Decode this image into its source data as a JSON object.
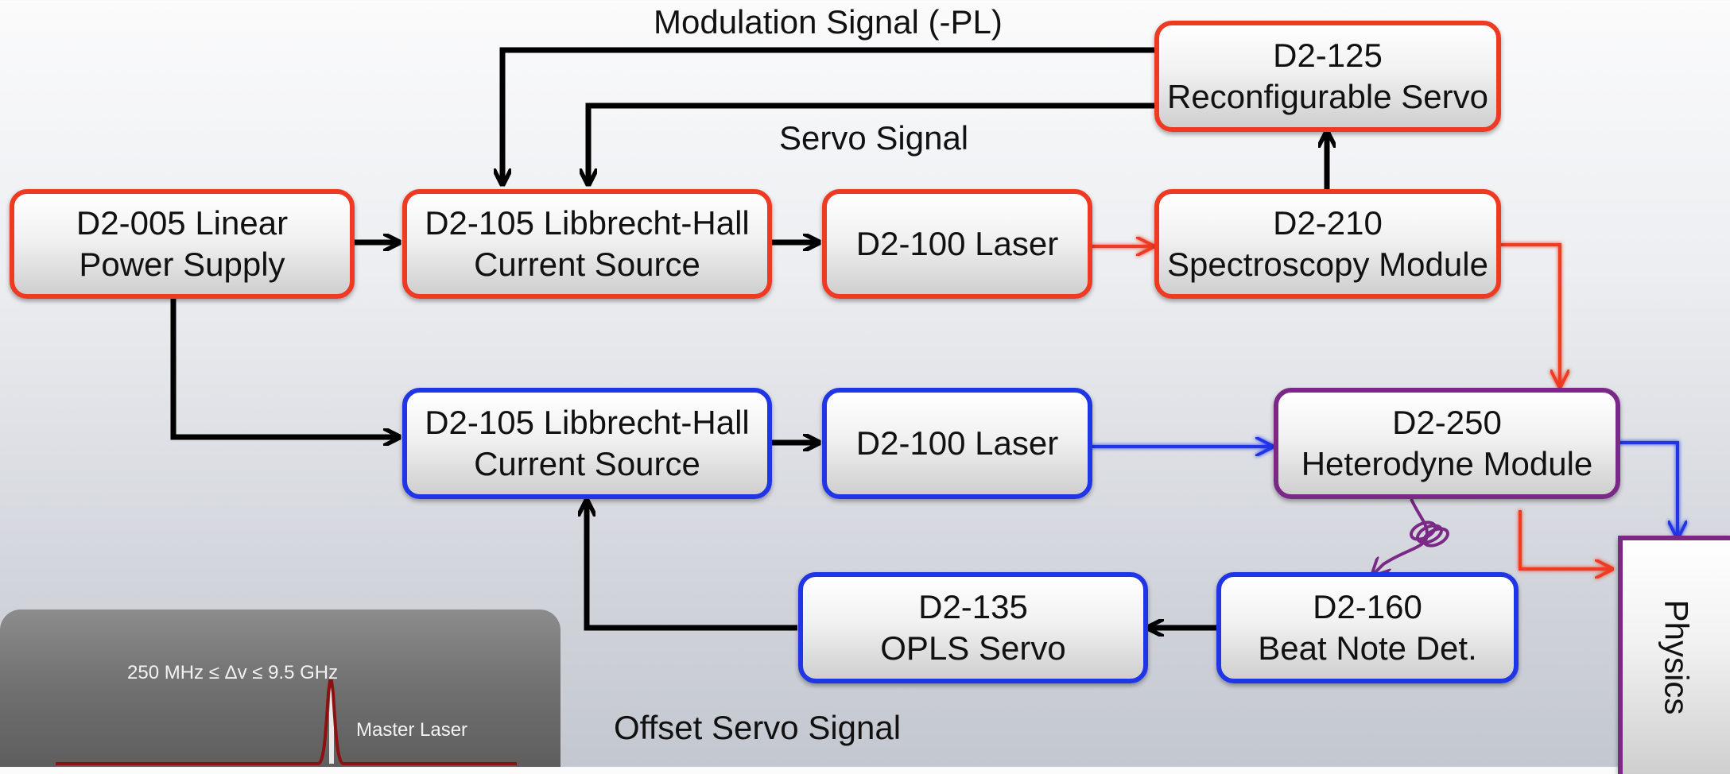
{
  "boxes": {
    "power_supply": {
      "line1": "D2-005 Linear",
      "line2": "Power Supply"
    },
    "current_source_top": {
      "line1": "D2-105 Libbrecht-Hall",
      "line2": "Current Source"
    },
    "laser_top": {
      "line1": "D2-100 Laser"
    },
    "spectroscopy": {
      "line1": "D2-210",
      "line2": "Spectroscopy Module"
    },
    "servo": {
      "line1": "D2-125",
      "line2": "Reconfigurable Servo"
    },
    "current_source_bottom": {
      "line1": "D2-105 Libbrecht-Hall",
      "line2": "Current Source"
    },
    "laser_bottom": {
      "line1": "D2-100 Laser"
    },
    "heterodyne": {
      "line1": "D2-250",
      "line2": "Heterodyne Module"
    },
    "opls": {
      "line1": "D2-135",
      "line2": "OPLS Servo"
    },
    "beat_note": {
      "line1": "D2-160",
      "line2": "Beat Note Det."
    },
    "physics": {
      "line1": "Physics"
    }
  },
  "labels": {
    "modulation": "Modulation Signal (-PL)",
    "servo_signal": "Servo Signal",
    "offset": "Offset Servo Signal"
  },
  "inset": {
    "range": "250 MHz ≤ Δv ≤ 9.5 GHz",
    "master": "Master Laser"
  },
  "colors": {
    "red": "#ee3a22",
    "blue": "#2036e6",
    "purple": "#7a2a86",
    "black": "#000000"
  }
}
